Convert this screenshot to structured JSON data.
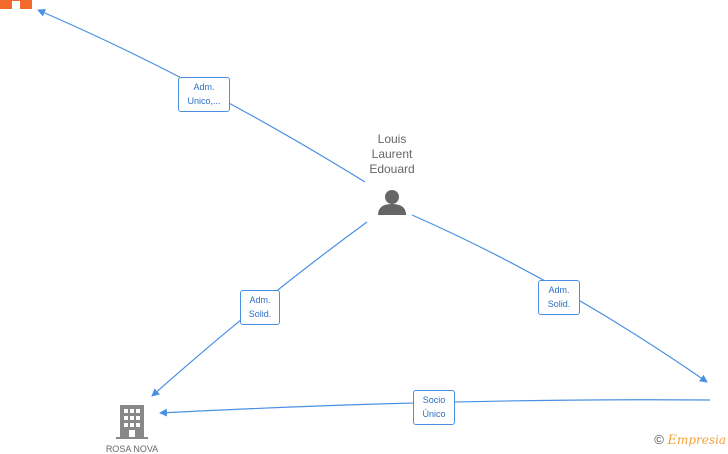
{
  "person": {
    "name_lines": [
      "Louis",
      "Laurent",
      "Edouard"
    ]
  },
  "edges": [
    {
      "label_lines": [
        "Adm.",
        "Unico,..."
      ]
    },
    {
      "label_lines": [
        "Adm.",
        "Solid."
      ]
    },
    {
      "label_lines": [
        "Adm.",
        "Solid."
      ]
    },
    {
      "label_lines": [
        "Socio",
        "Único"
      ]
    }
  ],
  "company_bottom": {
    "label": "ROSA NOVA"
  },
  "watermark": {
    "copyright": "©",
    "brand_initial": "E",
    "brand_rest": "mpresia"
  },
  "colors": {
    "edge": "#4a90e2",
    "company_highlight": "#f26b2b",
    "company": "#888888",
    "person": "#666666"
  }
}
